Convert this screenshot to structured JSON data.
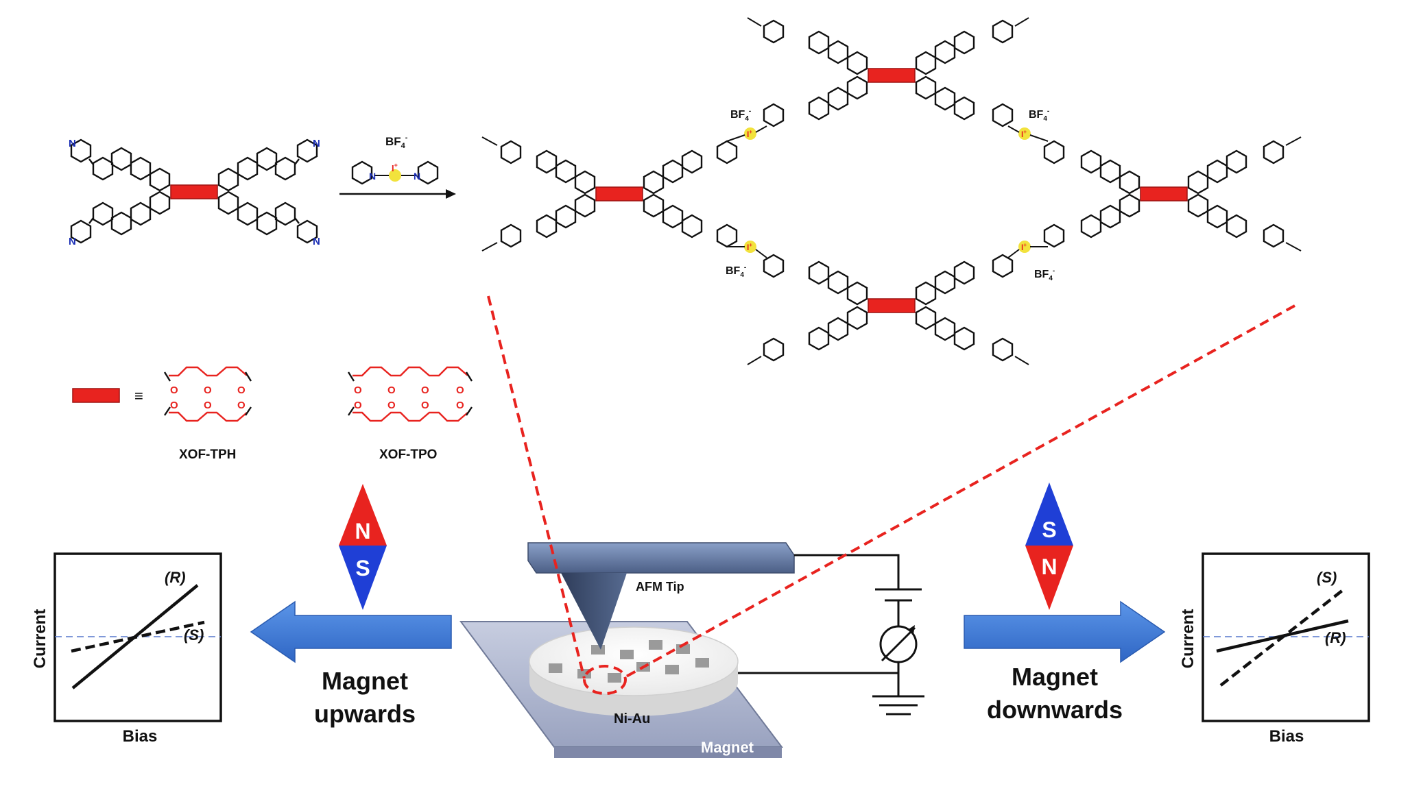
{
  "reagent": {
    "counterion": "BF",
    "counterion_sub": "4",
    "counterion_sup": "-",
    "n": "N",
    "iodine": "I",
    "iodine_sup": "+"
  },
  "framework": {
    "counterion": "BF",
    "counterion_sub": "4",
    "counterion_sup": "-",
    "iodine": "I",
    "iodine_sup": "+"
  },
  "legend": {
    "equiv_symbol": "≡",
    "tph_label": "XOF-TPH",
    "tpo_label": "XOF-TPO",
    "oxygen": "O"
  },
  "magnet_left": {
    "top_pole": "N",
    "bottom_pole": "S",
    "caption_line1": "Magnet",
    "caption_line2": "upwards"
  },
  "magnet_right": {
    "top_pole": "S",
    "bottom_pole": "N",
    "caption_line1": "Magnet",
    "caption_line2": "downwards"
  },
  "device": {
    "tip_label": "AFM Tip",
    "substrate_label": "Ni-Au",
    "base_label": "Magnet"
  },
  "plot_left": {
    "ylabel": "Current",
    "xlabel": "Bias",
    "line1": "(R)",
    "line2": "(S)"
  },
  "plot_right": {
    "ylabel": "Current",
    "xlabel": "Bias",
    "line1": "(S)",
    "line2": "(R)"
  },
  "colors": {
    "red": "#e8231f",
    "blue": "#1f3fd6",
    "arrow_blue": "#3d7ad6",
    "highlight": "#f2e23c"
  }
}
